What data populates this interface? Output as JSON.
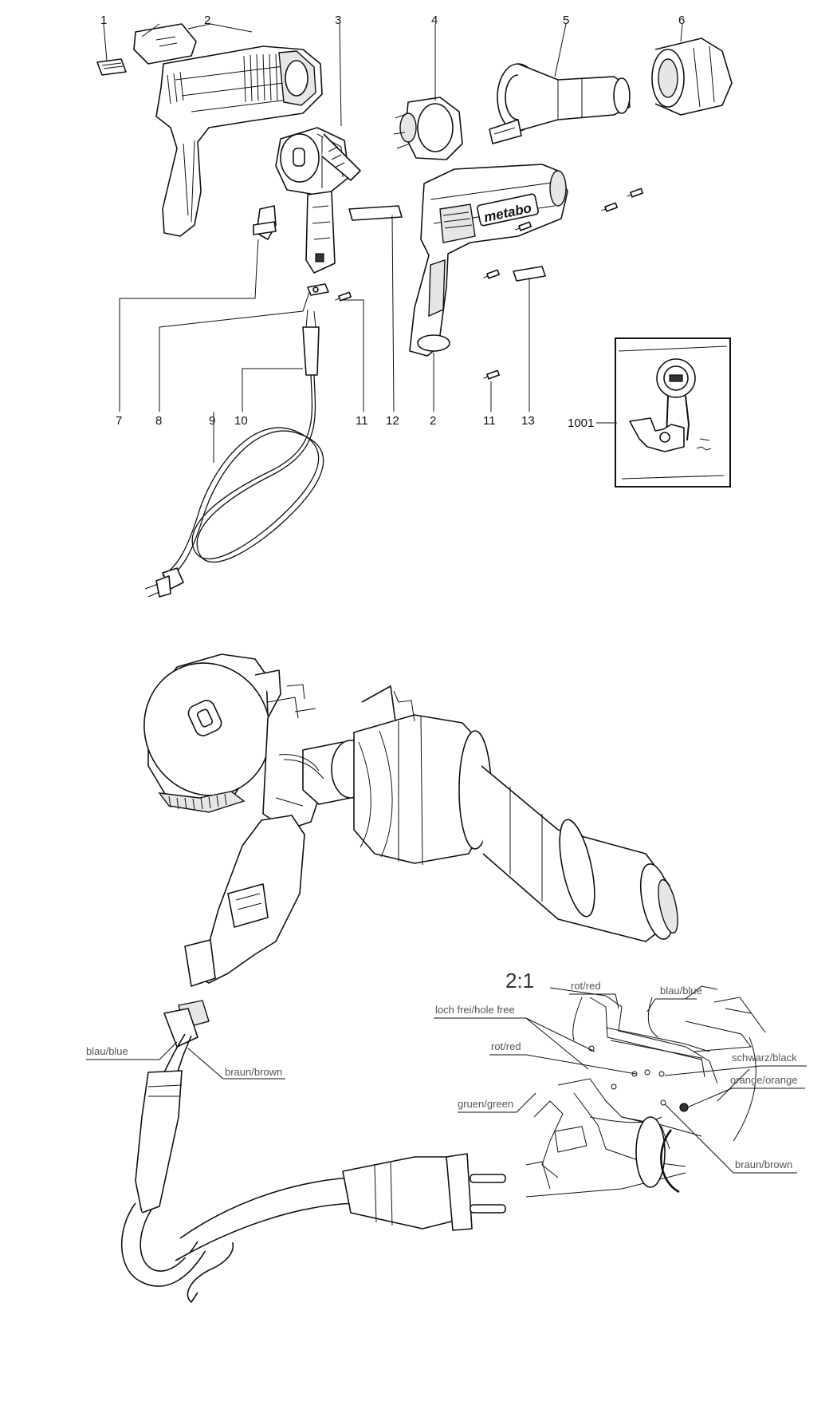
{
  "exploded_view": {
    "callouts": [
      {
        "id": "c1",
        "label": "1"
      },
      {
        "id": "c2a",
        "label": "2"
      },
      {
        "id": "c3",
        "label": "3"
      },
      {
        "id": "c4",
        "label": "4"
      },
      {
        "id": "c5",
        "label": "5"
      },
      {
        "id": "c6",
        "label": "6"
      },
      {
        "id": "c7",
        "label": "7"
      },
      {
        "id": "c8",
        "label": "8"
      },
      {
        "id": "c9",
        "label": "9"
      },
      {
        "id": "c10",
        "label": "10"
      },
      {
        "id": "c11a",
        "label": "11"
      },
      {
        "id": "c12",
        "label": "12"
      },
      {
        "id": "c2b",
        "label": "2"
      },
      {
        "id": "c11b",
        "label": "11"
      },
      {
        "id": "c13",
        "label": "13"
      },
      {
        "id": "c1001",
        "label": "1001"
      }
    ],
    "brand_logo": "metabo"
  },
  "wiring_view": {
    "labels": [
      {
        "id": "w-blau1",
        "text": "blau/blue"
      },
      {
        "id": "w-braun1",
        "text": "braun/brown"
      }
    ]
  },
  "detail_view": {
    "scale": "2:1",
    "labels": [
      {
        "id": "d-rot1",
        "text": "rot/red"
      },
      {
        "id": "d-blau",
        "text": "blau/blue"
      },
      {
        "id": "d-loch",
        "text": "loch frei/hole free"
      },
      {
        "id": "d-rot2",
        "text": "rot/red"
      },
      {
        "id": "d-schwarz",
        "text": "schwarz/black"
      },
      {
        "id": "d-orange",
        "text": "orange/orange"
      },
      {
        "id": "d-gruen",
        "text": "gruen/green"
      },
      {
        "id": "d-braun",
        "text": "braun/brown"
      }
    ]
  }
}
